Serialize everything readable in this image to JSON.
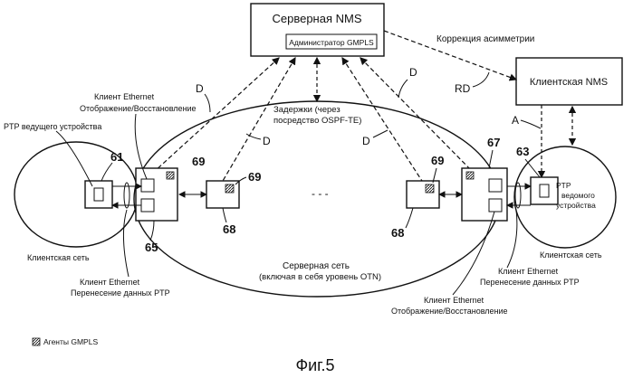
{
  "server_nms": {
    "title": "Серверная NMS",
    "admin": "Администратор GMPLS"
  },
  "client_nms": {
    "title": "Клиентская NMS"
  },
  "asymmetry_label": "Коррекция асимметрии",
  "rd_label": "RD",
  "a_label": "A",
  "d_label": "D",
  "delay_label": {
    "line1": "Задержки (через",
    "line2": "посредство OSPF-TE)"
  },
  "server_network": {
    "line1": "Серверная сеть",
    "line2": "(включая в себя уровень OTN)"
  },
  "client_network_left": "Клиентская сеть",
  "client_network_right": "Клиентская сеть",
  "ptp_master": "PTP ведущего устройства",
  "ptp_slave": {
    "line1": "PTP",
    "line2": "ведомого",
    "line3": "устройства"
  },
  "eth_map_top": {
    "line1": "Клиент Ethernet",
    "line2": "Отображение/Восстановление"
  },
  "eth_ptp_left": {
    "line1": "Клиент Ethernet",
    "line2": "Перенесение данных PTP"
  },
  "eth_ptp_right": {
    "line1": "Клиент Ethernet",
    "line2": "Перенесение данных PTP"
  },
  "eth_map_bottom": {
    "line1": "Клиент Ethernet",
    "line2": "Отображение/Восстановление"
  },
  "ellipsis": "- - -",
  "refs": {
    "r61": "61",
    "r63": "63",
    "r65": "65",
    "r67": "67",
    "r68": "68",
    "r69": "69"
  },
  "legend": "Агенты GMPLS",
  "caption": "Фиг.5"
}
